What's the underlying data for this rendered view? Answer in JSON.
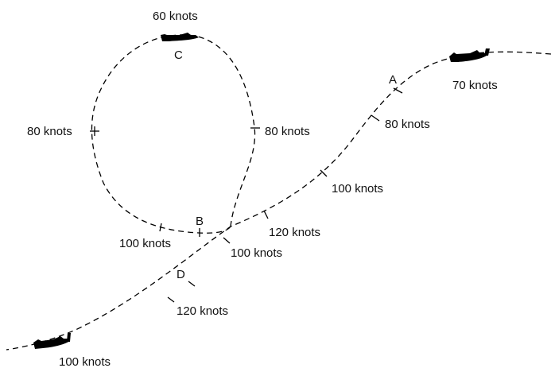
{
  "points": {
    "a": "A",
    "b": "B",
    "c": "C",
    "d": "D"
  },
  "speeds": {
    "top": "60 knots",
    "loop_left": "80 knots",
    "loop_right": "80 knots",
    "entry_plane": "70 knots",
    "after_a": "80 knots",
    "descent_mid": "100 knots",
    "descent_low": "120 knots",
    "loop_bottom": "100 knots",
    "after_cross": "100 knots",
    "lower": "120 knots",
    "exit_plane": "100 knots"
  },
  "colors": {
    "line": "#000000",
    "text": "#111111"
  }
}
